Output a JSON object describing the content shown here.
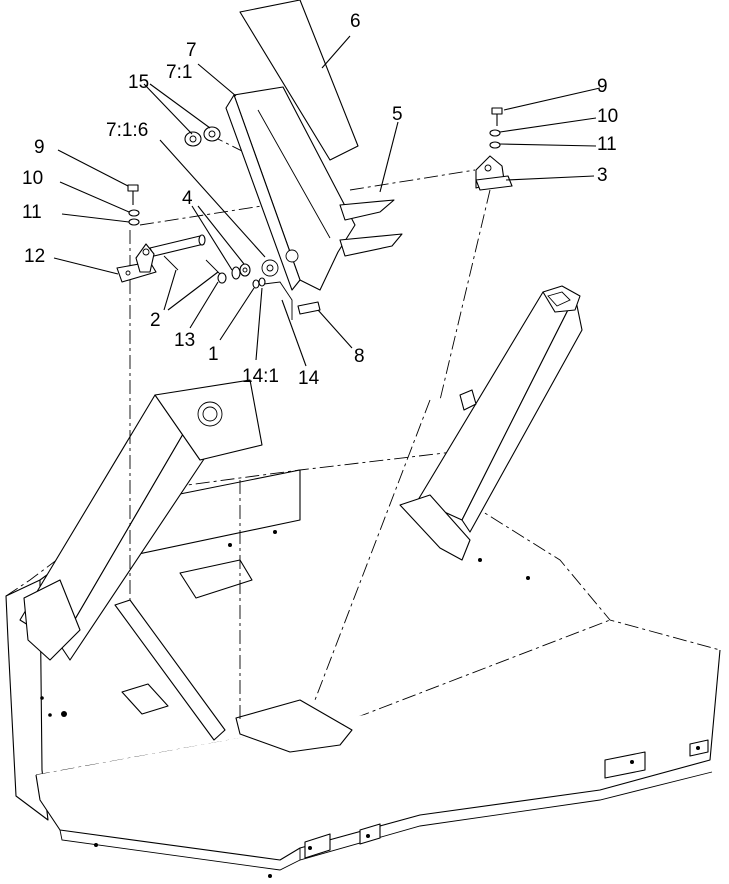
{
  "callouts": {
    "c6": "6",
    "c7": "7",
    "c7_1": "7:1",
    "c15": "15",
    "c7_1_6": "7:1:6",
    "c5": "5",
    "c9_right": "9",
    "c10_right": "10",
    "c11_right": "11",
    "c3": "3",
    "c9_left": "9",
    "c10_left": "10",
    "c11_left": "11",
    "c4": "4",
    "c12": "12",
    "c2": "2",
    "c13": "13",
    "c1": "1",
    "c14_1": "14:1",
    "c14": "14",
    "c8": "8"
  }
}
